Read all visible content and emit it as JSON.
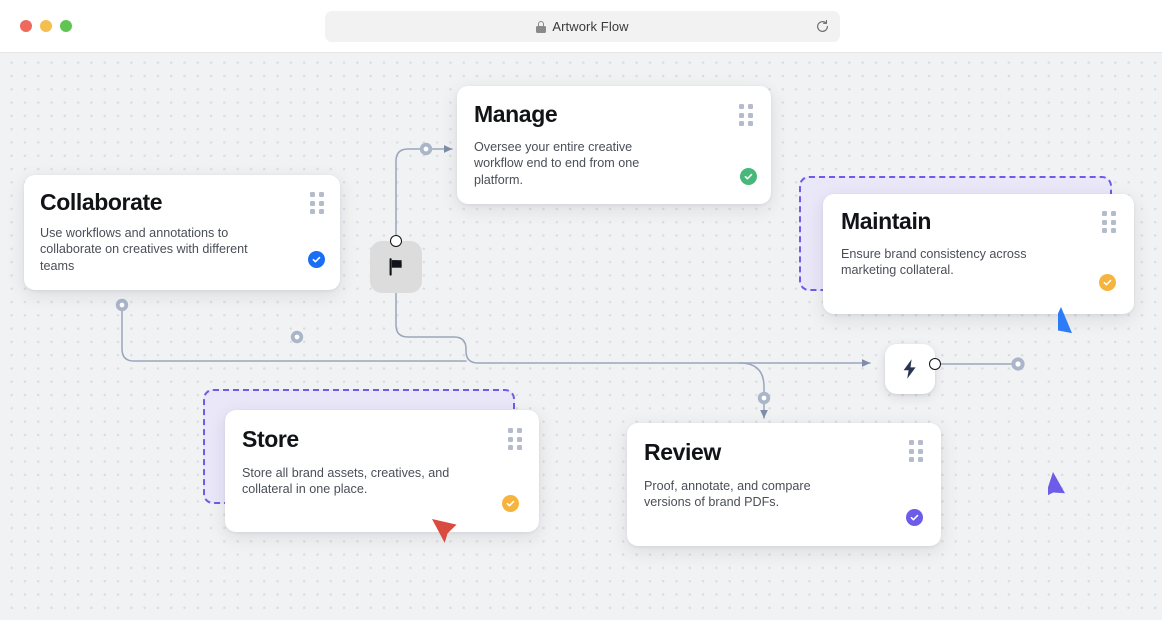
{
  "browser": {
    "title": "Artwork Flow",
    "lock_icon": "lock-icon",
    "reload_icon": "reload-icon",
    "traffic_lights": [
      "close-red",
      "minimize-yellow",
      "maximize-green"
    ]
  },
  "canvas": {
    "background_color": "#f1f2f3",
    "dot_color": "#dcdddf",
    "edge_color": "#9aa6bd",
    "dropzone_fill": "#e9e7f8",
    "dropzone_border": "#6c5ce7"
  },
  "cards": [
    {
      "id": "collaborate",
      "title": "Collaborate",
      "desc": "Use workflows and annotations to collaborate on creatives with different teams",
      "badge_icon": "check-circle-icon",
      "badge_color": "#1b6ef3",
      "handle_icon": "drag-handle-icon"
    },
    {
      "id": "manage",
      "title": "Manage",
      "desc": "Oversee your entire creative workflow end to end from one platform.",
      "badge_icon": "check-circle-icon",
      "badge_color": "#46b87a",
      "handle_icon": "drag-handle-icon"
    },
    {
      "id": "maintain",
      "title": "Maintain",
      "desc": "Ensure brand consistency across marketing collateral.",
      "badge_icon": "check-circle-icon",
      "badge_color": "#f5b43f",
      "handle_icon": "drag-handle-icon"
    },
    {
      "id": "store",
      "title": "Store",
      "desc": "Store all brand assets, creatives, and collateral in one place.",
      "badge_icon": "check-circle-icon",
      "badge_color": "#f5b43f",
      "handle_icon": "drag-handle-icon"
    },
    {
      "id": "review",
      "title": "Review",
      "desc": "Proof, annotate, and compare versions of brand PDFs.",
      "badge_icon": "check-circle-icon",
      "badge_color": "#6c5ce7",
      "handle_icon": "drag-handle-icon"
    }
  ],
  "nodes": [
    {
      "id": "flag",
      "icon": "flag-icon",
      "color": "#111318",
      "background": "#dcdcdc"
    },
    {
      "id": "bolt",
      "icon": "lightning-bolt-icon",
      "color": "#2a3553",
      "background": "#ffffff"
    }
  ],
  "cursors": [
    {
      "id": "blue",
      "color": "#2b7cf6"
    },
    {
      "id": "purple",
      "color": "#6c5ce7"
    },
    {
      "id": "red",
      "color": "#d94b3e"
    }
  ]
}
